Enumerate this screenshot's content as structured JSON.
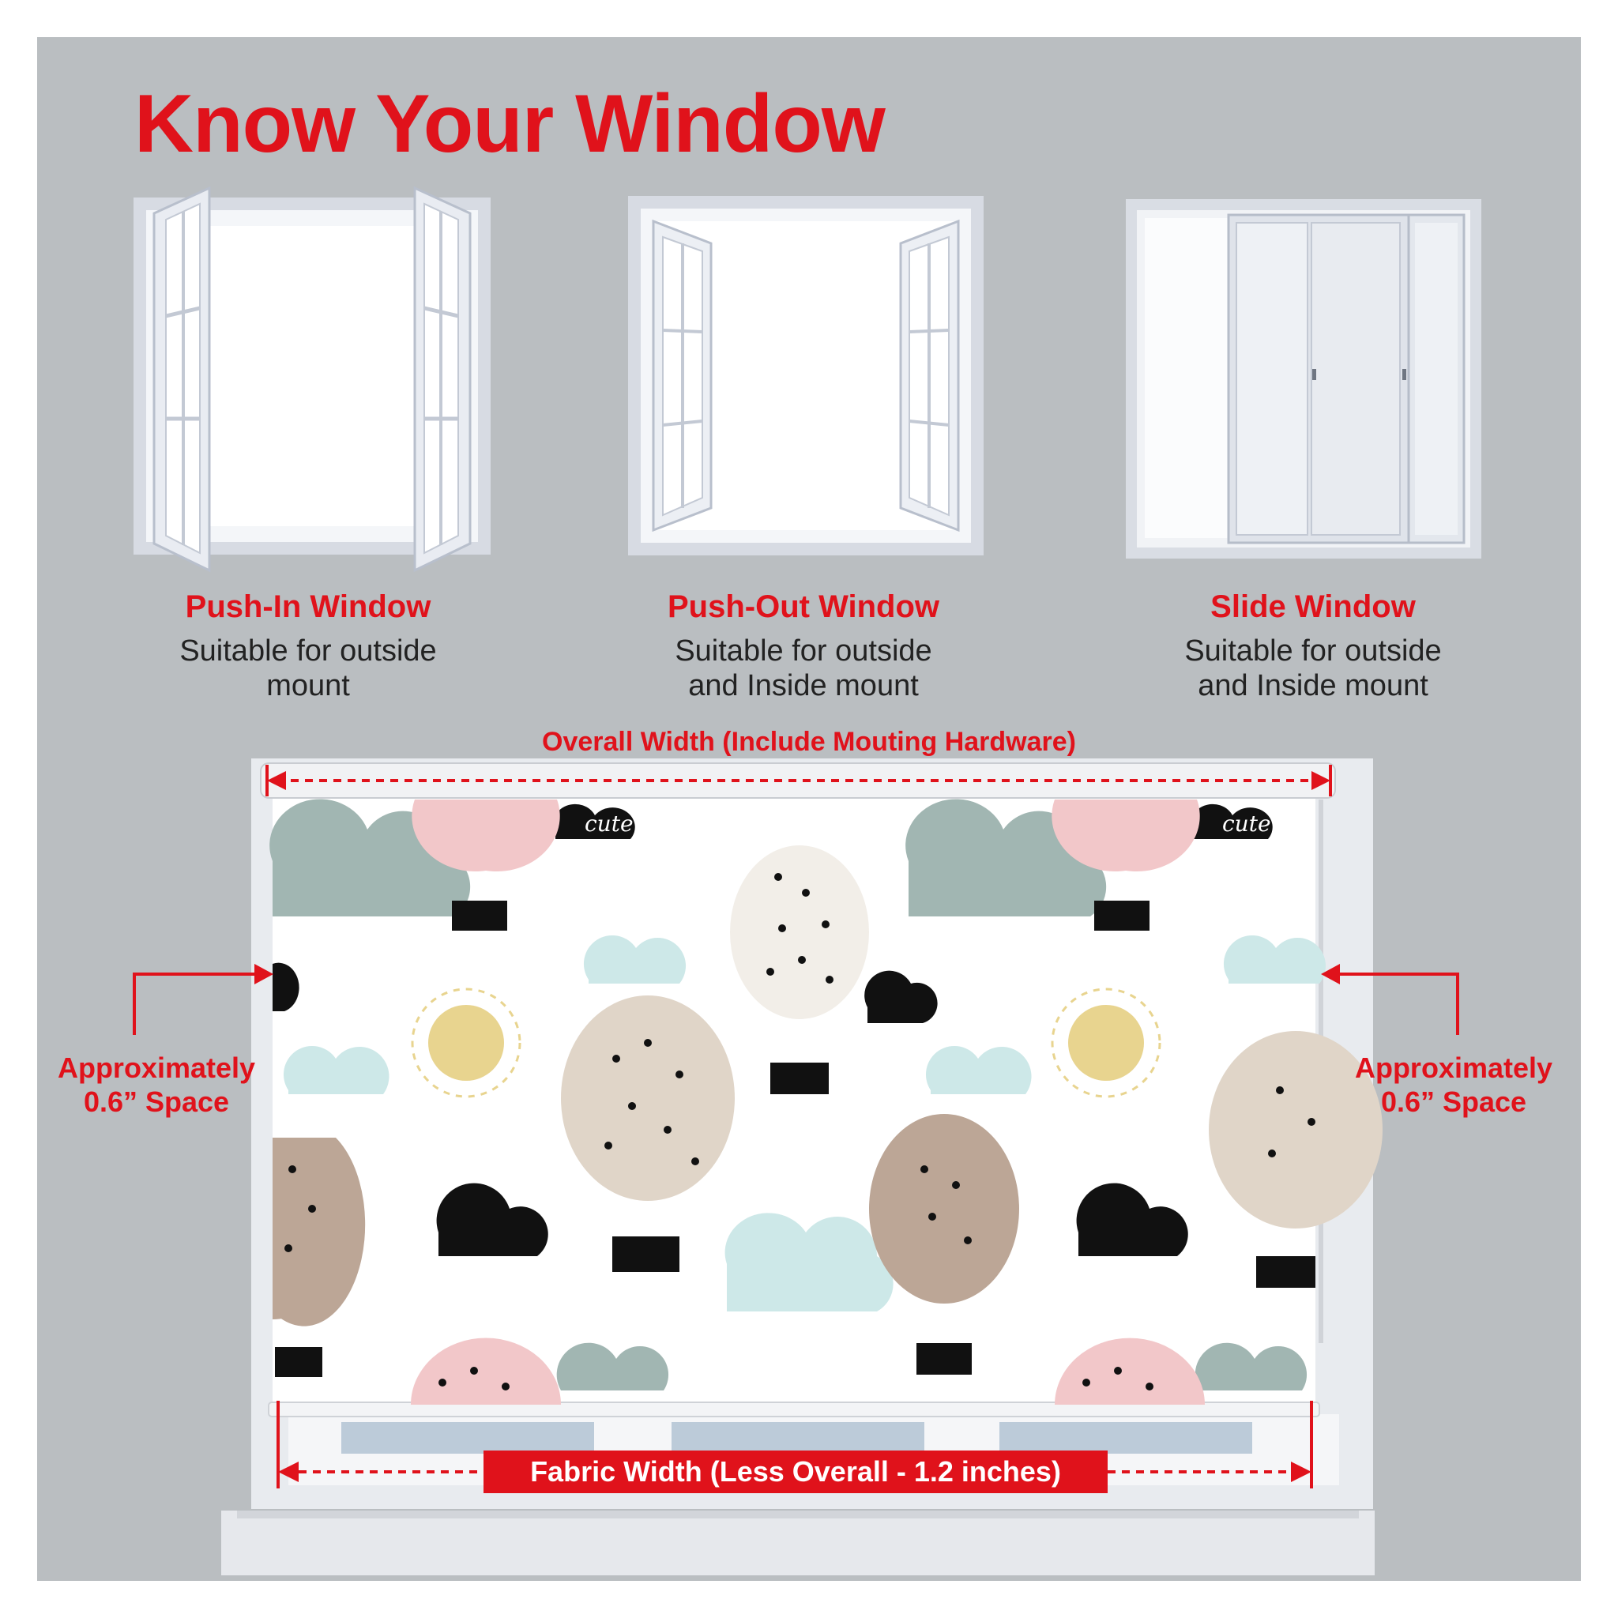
{
  "title": "Know Your Window",
  "windows": [
    {
      "name": "Push-In Window",
      "desc_line1": "Suitable for outside",
      "desc_line2": "mount"
    },
    {
      "name": "Push-Out Window",
      "desc_line1": "Suitable for outside",
      "desc_line2": "and Inside mount"
    },
    {
      "name": "Slide Window",
      "desc_line1": "Suitable for outside",
      "desc_line2": "and Inside mount"
    }
  ],
  "overall_width_label": "Overall Width (Include Mouting Hardware)",
  "left_space": {
    "line1": "Approximately",
    "line2": "0.6” Space"
  },
  "right_space": {
    "line1": "Approximately",
    "line2": "0.6” Space"
  },
  "fabric_width_label": "Fabric Width (Less Overall - 1.2 inches)",
  "blind_pattern": {
    "badge_text": "cute"
  },
  "colors": {
    "accent": "#e0121b",
    "background": "#babec1",
    "frame": "#eef0f5"
  },
  "icons": [
    "push-in-window-icon",
    "push-out-window-icon",
    "slide-window-icon"
  ]
}
